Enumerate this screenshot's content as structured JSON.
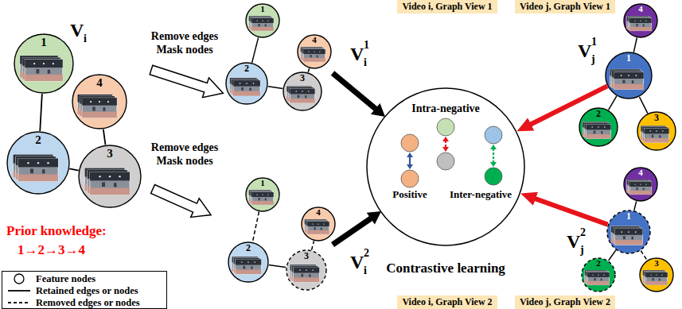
{
  "diagram": {
    "nodes": [
      {
        "text": [
          "1"
        ]
      },
      {
        "text": [
          "2"
        ]
      },
      {
        "text": [
          "3"
        ]
      },
      {
        "text": [
          "4"
        ]
      },
      {
        "text": [
          "1"
        ]
      },
      {
        "text": [
          "2"
        ]
      },
      {
        "text": [
          "3"
        ]
      },
      {
        "text": [
          "4"
        ]
      },
      {
        "text": [
          "1"
        ]
      },
      {
        "text": [
          "2"
        ]
      },
      {
        "text": [
          "3"
        ]
      },
      {
        "text": [
          "4"
        ]
      },
      {
        "text": [
          "1"
        ]
      },
      {
        "text": [
          "2"
        ]
      },
      {
        "text": [
          "3"
        ]
      },
      {
        "text": [
          "4"
        ]
      },
      {
        "text": [
          "1"
        ]
      },
      {
        "text": [
          "2"
        ]
      },
      {
        "text": [
          "3"
        ]
      },
      {
        "text": [
          "4"
        ]
      },
      {
        "text": [
          "Intra-negative",
          "Positive",
          "Inter-negative"
        ]
      },
      {
        "text": [
          "Video i, Graph View 1"
        ]
      },
      {
        "text": [
          "Video j, Graph View 1"
        ]
      },
      {
        "text": [
          "Video i, Graph View 2"
        ]
      },
      {
        "text": [
          "Video j, Graph View 2"
        ]
      }
    ],
    "edges": [
      {
        "from": 0,
        "to": 1,
        "arrow": "none"
      },
      {
        "from": 1,
        "to": 2,
        "arrow": "none"
      },
      {
        "from": 2,
        "to": 3,
        "arrow": "none"
      },
      {
        "from": 4,
        "to": 5,
        "arrow": "none"
      },
      {
        "from": 5,
        "to": 6,
        "arrow": "none"
      },
      {
        "from": 6,
        "to": 7,
        "arrow": "none"
      },
      {
        "from": 8,
        "to": 9,
        "arrow": "none"
      },
      {
        "from": 9,
        "to": 10,
        "arrow": "none"
      },
      {
        "from": 10,
        "to": 11,
        "arrow": "none"
      },
      {
        "from": 15,
        "to": 12,
        "arrow": "none"
      },
      {
        "from": 12,
        "to": 13,
        "arrow": "none"
      },
      {
        "from": 12,
        "to": 14,
        "arrow": "none"
      },
      {
        "from": 19,
        "to": 16,
        "arrow": "none"
      },
      {
        "from": 16,
        "to": 17,
        "arrow": "none"
      },
      {
        "from": 16,
        "to": 18,
        "arrow": "none"
      },
      {
        "from": 12,
        "to": 20,
        "arrow": "to"
      },
      {
        "from": 16,
        "to": 20,
        "arrow": "to"
      }
    ],
    "labels": [
      "V",
      "i",
      "Remove edges Mask nodes",
      "Remove edges Mask nodes",
      "V",
      "i",
      "1",
      "V",
      "i",
      "2",
      "V",
      "j",
      "1",
      "V",
      "j",
      "2",
      "Prior knowledge:",
      "1→2→3→4",
      "Contrastive learning"
    ],
    "legend": [
      {
        "text": "Feature nodes"
      },
      {
        "text": "Retained edges or nodes"
      },
      {
        "text": "Removed edges or nodes"
      }
    ]
  }
}
